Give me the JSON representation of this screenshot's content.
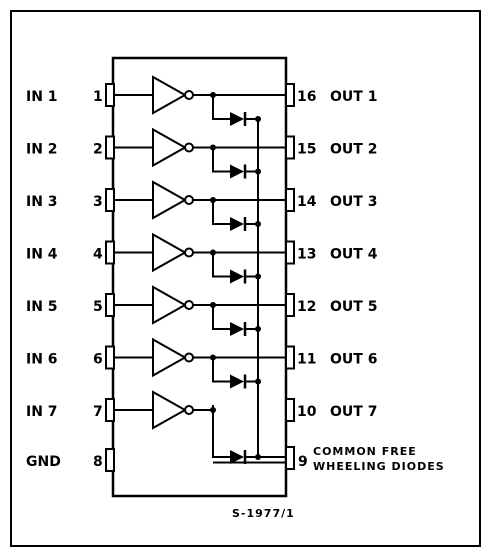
{
  "inputs": [
    {
      "label": "IN 1",
      "pin": "1"
    },
    {
      "label": "IN 2",
      "pin": "2"
    },
    {
      "label": "IN 3",
      "pin": "3"
    },
    {
      "label": "IN 4",
      "pin": "4"
    },
    {
      "label": "IN 5",
      "pin": "5"
    },
    {
      "label": "IN 6",
      "pin": "6"
    },
    {
      "label": "IN 7",
      "pin": "7"
    }
  ],
  "outputs": [
    {
      "label": "OUT 1",
      "pin": "16"
    },
    {
      "label": "OUT 2",
      "pin": "15"
    },
    {
      "label": "OUT 3",
      "pin": "14"
    },
    {
      "label": "OUT 4",
      "pin": "13"
    },
    {
      "label": "OUT 5",
      "pin": "12"
    },
    {
      "label": "OUT 6",
      "pin": "11"
    },
    {
      "label": "OUT 7",
      "pin": "10"
    }
  ],
  "gnd": {
    "label": "GND",
    "pin": "8"
  },
  "common": {
    "pin": "9",
    "line1": "COMMON FREE",
    "line2": "WHEELING DIODES"
  },
  "figure_code": "S-1977/1"
}
